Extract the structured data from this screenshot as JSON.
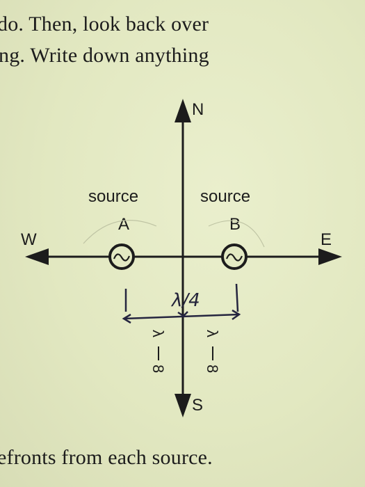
{
  "text": {
    "line1": "do. Then, look back over",
    "line2": "ng. Write down anything",
    "line3": "efronts from each source."
  },
  "diagram": {
    "north": "N",
    "south": "S",
    "east": "E",
    "west": "W",
    "source_a_word": "source",
    "source_a_letter": "A",
    "source_b_word": "source",
    "source_b_letter": "B",
    "handwritten_distance": "λ/4",
    "left_frac_num": "λ",
    "left_frac_den": "8",
    "right_frac_num": "λ",
    "right_frac_den": "8"
  }
}
